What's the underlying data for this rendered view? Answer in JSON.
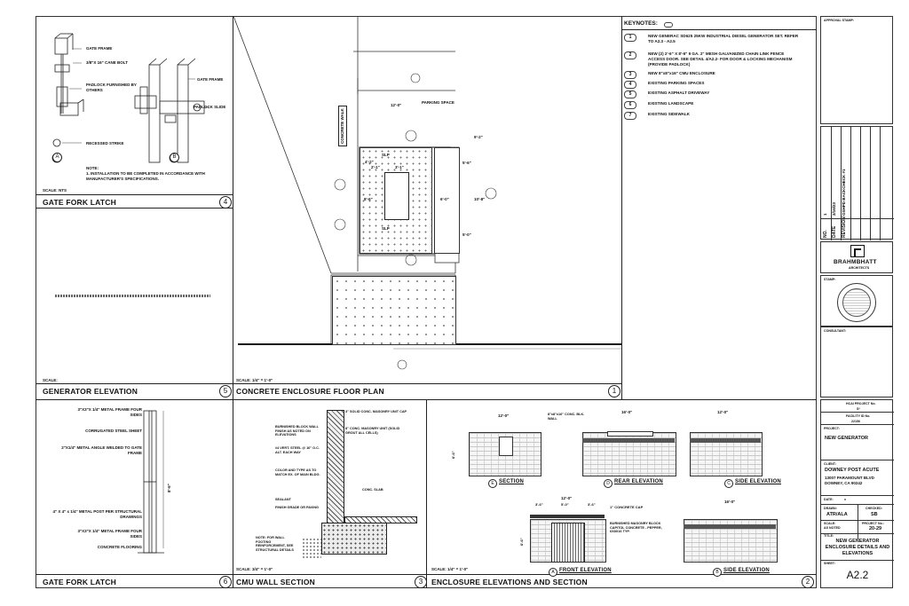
{
  "keynotes": {
    "title": "KEYNOTES:",
    "items": [
      {
        "n": "1",
        "text": "NEW GENERAC SD625 25KW INDUSTRIAL DIESEL GENERATOR SET. REFER TO A2.3 - A2.5"
      },
      {
        "n": "2",
        "text": "NEW (2) 2'-6\" X 8'-6\" 9 GA. 2\" MESH GALVANIZED CHAIN LINK FENCE ACCESS DOOR. SEE DETAIL 4/A2.2- FOR DOOR & LOCKING MECHANISM (PROVIDE PADLOCK)"
      },
      {
        "n": "3",
        "text": "NEW 8\"x8\"x16\" CMU ENCLOSURE"
      },
      {
        "n": "4",
        "text": "EXISTING PARKING SPACES"
      },
      {
        "n": "5",
        "text": "EXISTING ASPHALT DRIVEWAY"
      },
      {
        "n": "6",
        "text": "EXISTING LANDSCAPE"
      },
      {
        "n": "7",
        "text": "EXISTING SIDEWALK"
      }
    ]
  },
  "details": {
    "gate_latch_top": {
      "title": "GATE FORK LATCH",
      "num": "4",
      "scale": "SCALE: NTS",
      "labels": [
        "GATE FRAME",
        "3/8\"X 16\" CANE BOLT",
        "PADLOCK FURNISHED BY OTHERS",
        "RECESSED STRIKE",
        "GATE FRAME",
        "PADLOCK SLIDE"
      ],
      "views": [
        "A",
        "B"
      ],
      "note_head": "NOTE:",
      "note": "1.     INSTALLATION TO BE COMPLETED IN ACCORDANCE WITH MANUFACTURER'S SPECIFICATIONS."
    },
    "gen_elevation": {
      "title": "GENERATOR ELEVATION",
      "num": "5",
      "scale": "SCALE:"
    },
    "floor_plan": {
      "title": "CONCRETE ENCLOSURE FLOOR PLAN",
      "num": "1",
      "scale": "SCALE: 1/4\" = 1'-0\"",
      "labels": [
        "PARKING SPACE",
        "CONCRETE WALK",
        "12'-0\"",
        "9'-2\"",
        "5'-6\"",
        "10'-8\"",
        "5'-0\"",
        "2'-1\"",
        "3'-1\"",
        "6'-0\"",
        "8'-6\"",
        "4'-2\"",
        "SLP",
        "SLP"
      ]
    },
    "gate_latch_bottom": {
      "title": "GATE FORK LATCH",
      "num": "6",
      "labels": [
        "3\"X3\"X 1/4\" METAL FRAME FOUR SIDES",
        "CORRUGATED STEEL SHEET",
        "2\"X1/4\" METAL ANGLE WELDED TO GATE FRAME",
        "4\" X 4\" x 1/4\" METAL POST PER STRUCTURAL DRAWINGS",
        "3\"X3\"X 1/4\" METAL FRAME FOUR SIDES",
        "CONCRETE FLOORING"
      ],
      "dim": "8'-6\""
    },
    "cmu_section": {
      "title": "CMU WALL SECTION",
      "num": "3",
      "scale": "SCALE: 3/4\" = 1'-0\"",
      "labels": [
        "3\" SOLID CONC. MASONRY UNIT CAP",
        "BURNISHED BLOCK WALL FINISH AS NOTED ON ELEVATIONS",
        "8\" CONC. MASONRY UNIT (SOLID GROUT ALL CELLS)",
        "#4 VERT. STEEL @ 16\" O.C. ALT. EACH WAY",
        "COLOR AND TYPE AS TO MATCH EX. OF MAIN BLDG.",
        "CONC. SLAB",
        "SEALANT",
        "FINISH GRADE OR PAVING",
        "NOTE: FOR WALL FOOTING REINFORCEMENT, SEE STRUCTURAL DETAILS"
      ]
    },
    "elevations": {
      "title": "ENCLOSURE ELEVATIONS AND SECTION",
      "num": "2",
      "scale": "SCALE: 1/4\" = 1'-0\"",
      "views": [
        {
          "letter": "E",
          "label": "SECTION",
          "dim": "12'-0\""
        },
        {
          "letter": "D",
          "label": "REAR ELEVATION",
          "dim": "16'-0\""
        },
        {
          "letter": "C",
          "label": "SIDE ELEVATION",
          "dim": "12'-0\""
        },
        {
          "letter": "A",
          "label": "FRONT ELEVATION",
          "dim": "12'-0\""
        },
        {
          "letter": "B",
          "label": "SIDE ELEVATION",
          "dim": "16'-0\""
        }
      ],
      "labels": [
        "8\"x8\"x16\" CONC. BLK. WALL",
        "1\" CONCRETE CAP",
        "BURNISHED MASONRY BLOCK CAPITOL CONCRETE - PEPPER, 6X8X16 TYP.",
        "3'-6\"",
        "5'-0\"",
        "3'-6\"",
        "6'-6\"",
        "6'-6\""
      ]
    }
  },
  "title_block": {
    "approval_stamp": "APPROVAL STAMP:",
    "revision": {
      "col_no": "NO.",
      "col_date": "DATE",
      "col_rev": "REVISION",
      "rows": [
        {
          "no": "1",
          "date": "2/16/23",
          "rev": "OSHPD BACKCHECK #1"
        }
      ]
    },
    "firm": {
      "name": "BRAHMBHATT",
      "sub": "ARCHITECTS"
    },
    "stamp_label": "STAMP:",
    "consultant_label": "CONSULTANT:",
    "hcai_label": "HCAI PROJECT No.",
    "hcai_value": "S*",
    "facility_label": "FACILITY ID No.",
    "facility_value": "22156",
    "project_label": "PROJECT:",
    "project_value": "NEW GENERATOR",
    "client_label": "CLIENT:",
    "client_name": "DOWNEY POST ACUTE",
    "client_addr1": "13007 PARAMOUNT BLVD",
    "client_addr2": "DOWNEY, CA 90242",
    "date_label": "DATE:",
    "date_value": "x",
    "drawn_label": "DRAWN:",
    "drawn_value": "ATR/ALA",
    "checked_label": "CHECKED:",
    "checked_value": "SB",
    "scale_label": "SCALE:",
    "scale_value": "AS NOTED",
    "projno_label": "PROJECT No.:",
    "projno_value": "20-29",
    "title_label": "TITLE:",
    "title_lines": [
      "NEW GENERATOR",
      "ENCLOSURE DETAILS AND",
      "ELEVATIONS"
    ],
    "sheet_label": "SHEET:",
    "sheet_value": "A2.2"
  }
}
